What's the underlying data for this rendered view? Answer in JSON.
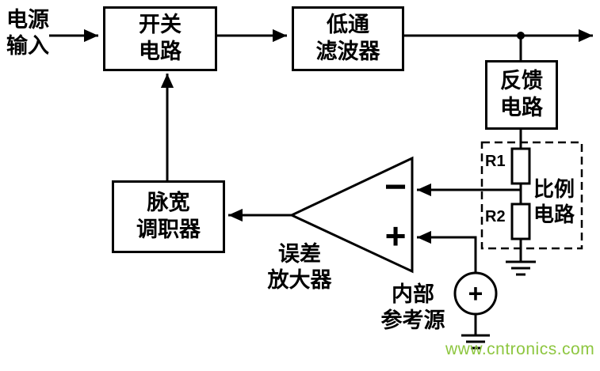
{
  "source_label": {
    "line1": "电源",
    "line2": "输入"
  },
  "blocks": {
    "switch_circuit": {
      "line1": "开关",
      "line2": "电路"
    },
    "low_pass_filter": {
      "line1": "低通",
      "line2": "滤波器"
    },
    "feedback_circuit": {
      "line1": "反馈",
      "line2": "电路"
    },
    "pwm_modulator": {
      "line1": "脉宽",
      "line2": "调职器"
    }
  },
  "error_amplifier": {
    "label_line1": "误差",
    "label_line2": "放大器",
    "inverting_input": "−",
    "noninverting_input": "+"
  },
  "reference_source": {
    "label_line1": "内部",
    "label_line2": "参考源",
    "symbol": "+"
  },
  "proportional_network": {
    "label_line1": "比例",
    "label_line2": "电路",
    "r1": "R1",
    "r2": "R2"
  },
  "watermark": {
    "text": "www.cntronics.com",
    "color": "#8dc63f"
  },
  "colors": {
    "stroke": "#000000",
    "background": "#ffffff"
  }
}
